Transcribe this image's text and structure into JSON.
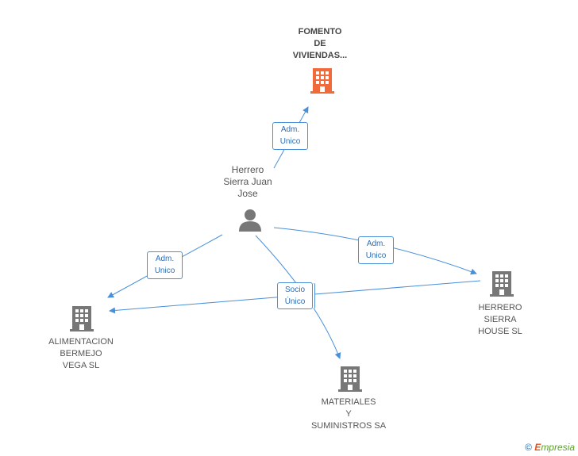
{
  "colors": {
    "main_company": "#f06a3a",
    "company": "#777777",
    "edge": "#4a90d9",
    "text": "#555555"
  },
  "nodes": {
    "fomento": {
      "lines": [
        "FOMENTO",
        "DE",
        "VIVIENDAS..."
      ],
      "icon": "building-icon"
    },
    "person": {
      "lines": [
        "Herrero",
        "Sierra Juan",
        "Jose"
      ],
      "icon": "person-icon"
    },
    "herrero_house": {
      "lines": [
        "HERRERO",
        "SIERRA",
        "HOUSE SL"
      ],
      "icon": "building-icon"
    },
    "alimentacion": {
      "lines": [
        "ALIMENTACION",
        "BERMEJO",
        "VEGA SL"
      ],
      "icon": "building-icon"
    },
    "materiales": {
      "lines": [
        "MATERIALES",
        "Y",
        "SUMINISTROS SA"
      ],
      "icon": "building-icon"
    }
  },
  "edges": {
    "to_fomento": {
      "lines": [
        "Adm.",
        "Unico"
      ]
    },
    "to_alimentacion": {
      "lines": [
        "Adm.",
        "Unico"
      ]
    },
    "to_herrero_house": {
      "lines": [
        "Adm.",
        "Unico"
      ]
    },
    "socio_unico": {
      "lines": [
        "Socio",
        "Único"
      ]
    }
  },
  "footer": {
    "copyright": "©",
    "brand_first": "E",
    "brand_rest": "mpresia"
  }
}
